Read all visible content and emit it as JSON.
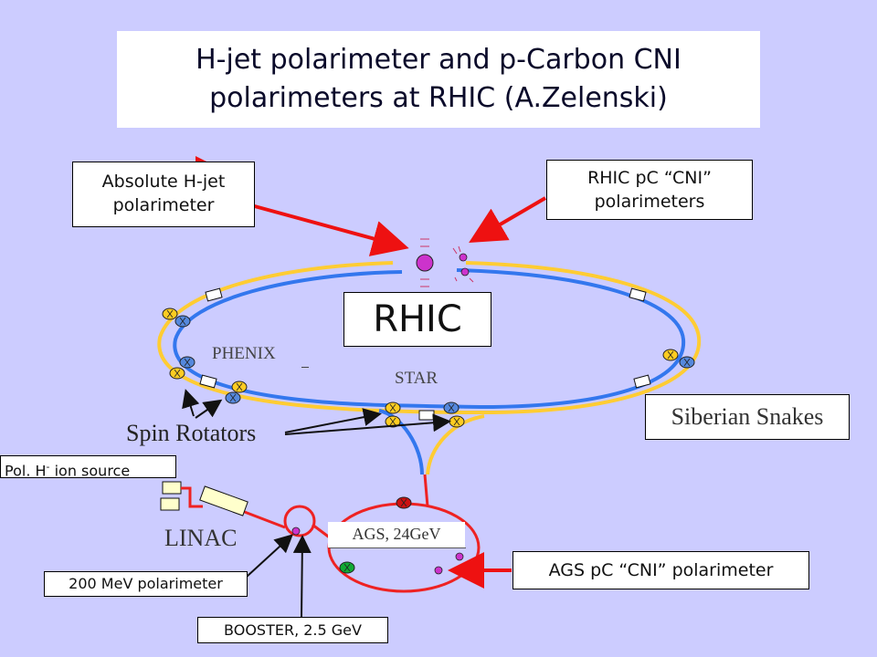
{
  "title": {
    "line1": "H-jet polarimeter and p-Carbon CNI",
    "line2": "polarimeters at RHIC (A.Zelenski)"
  },
  "labels": {
    "hjet_line1": "Absolute H-jet",
    "hjet_line2": "polarimeter",
    "rhic_pc_line1": "RHIC pC “CNI”",
    "rhic_pc_line2": "polarimeters",
    "rhic": "RHIC",
    "phenix": "PHENIX",
    "star": "STAR",
    "siberian_snakes": "Siberian Snakes",
    "spin_rotators": "Spin Rotators",
    "ion_source_pre": "Pol. H",
    "ion_source_sup": "-",
    "ion_source_post": " ion source",
    "linac": "LINAC",
    "ags": "AGS, 24GeV",
    "ags_pc": "AGS pC “CNI” polarimeter",
    "mev200": "200 MeV polarimeter",
    "booster": "BOOSTER, 2.5 GeV"
  },
  "colors": {
    "background": "#ccccff",
    "blue_ring": "#3377ee",
    "yellow_ring": "#ffcc33",
    "red_line": "#ee2222",
    "arrow_red": "#ee1111",
    "snake_blue": "#5588dd",
    "snake_yellow": "#ffcc22",
    "ags_green": "#11aa33",
    "ags_red": "#cc1111"
  }
}
